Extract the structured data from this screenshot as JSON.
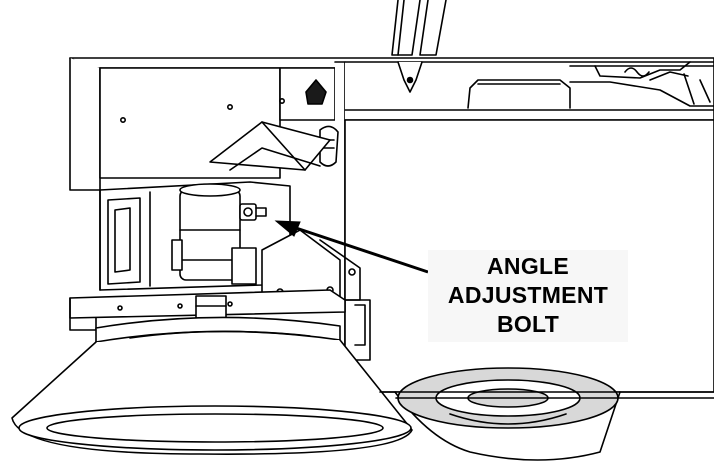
{
  "callout": {
    "lines": [
      "ANGLE",
      "ADJUSTMENT",
      "BOLT"
    ]
  },
  "colors": {
    "line": "#000000",
    "fill": "#ffffff",
    "shade": "#d8d8d8",
    "dark": "#1a1a1a",
    "label_bg": "#f7f7f7"
  },
  "icons": {
    "pointer": "arrow-icon"
  }
}
